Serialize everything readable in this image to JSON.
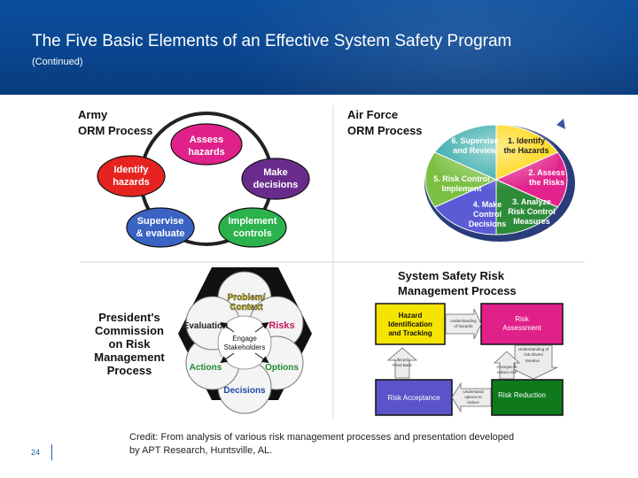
{
  "header": {
    "title": "The Five Basic Elements of an Effective System Safety Program",
    "subtitle": "(Continued)"
  },
  "army": {
    "title_line1": "Army",
    "title_line2": "ORM Process",
    "steps": [
      {
        "line1": "Assess",
        "line2": "hazards",
        "color": "#e0218a"
      },
      {
        "line1": "Make",
        "line2": "decisions",
        "color": "#6a2c8c"
      },
      {
        "line1": "Implement",
        "line2": "controls",
        "color": "#2bb24c"
      },
      {
        "line1": "Supervise",
        "line2": "& evaluate",
        "color": "#3a63c4"
      },
      {
        "line1": "Identify",
        "line2": "hazards",
        "color": "#e52421"
      }
    ]
  },
  "airforce": {
    "title_line1": "Air Force",
    "title_line2": "ORM Process",
    "segments": [
      {
        "lines": [
          "1. Identify",
          "the Hazards"
        ],
        "color": "#ffd400"
      },
      {
        "lines": [
          "2. Assess",
          "the Risks"
        ],
        "color": "#e2238c"
      },
      {
        "lines": [
          "3. Analyze",
          "Risk Control",
          "Measures"
        ],
        "color": "#2e8b3a"
      },
      {
        "lines": [
          "4. Make",
          "Control",
          "Decisions"
        ],
        "color": "#5b5bd6"
      },
      {
        "lines": [
          "5. Risk Control",
          "Implement"
        ],
        "color": "#7bc043"
      },
      {
        "lines": [
          "6. Supervise",
          "and Review"
        ],
        "color": "#30a7a8"
      }
    ]
  },
  "presidents": {
    "label_lines": [
      "President's",
      "Commission",
      "on Risk",
      "Management",
      "Process"
    ],
    "center_lines": [
      "Engage",
      "Stakeholders"
    ],
    "nodes": [
      {
        "lines": [
          "Problem/",
          "Context"
        ],
        "color": "#d4c200"
      },
      {
        "lines": [
          "Risks"
        ],
        "color": "#c0185e"
      },
      {
        "lines": [
          "Options"
        ],
        "color": "#1f8a2e"
      },
      {
        "lines": [
          "Decisions"
        ],
        "color": "#1d4aa6"
      },
      {
        "lines": [
          "Actions"
        ],
        "color": "#1f8a2e"
      },
      {
        "lines": [
          "Evaluation"
        ],
        "color": "#222222"
      }
    ]
  },
  "system_safety": {
    "title_line1": "System Safety Risk",
    "title_line2": "Management Process",
    "boxes": {
      "hazard": {
        "lines": [
          "Hazard",
          "Identification",
          "and Tracking"
        ],
        "color": "#f5e400"
      },
      "assessment": {
        "lines": [
          "Risk",
          "Assessment"
        ],
        "color": "#e0218a"
      },
      "acceptance": {
        "lines": [
          "Risk Acceptance"
        ],
        "color": "#5a54c8"
      },
      "reduction": {
        "lines": [
          "Risk Reduction"
        ],
        "color": "#0f7a1c"
      }
    },
    "connectors": {
      "top": [
        "Understanding",
        "of hazards"
      ],
      "right": [
        "Understanding of",
        "risk drivers"
      ],
      "iterative": "Iterative",
      "changes": [
        "Changes to",
        "reduce risk"
      ],
      "bottom": [
        "Understand",
        "options to",
        "reduce"
      ],
      "lifecycle": [
        "Lifecycle",
        "Feed Back"
      ]
    }
  },
  "footer": {
    "page_number": "24",
    "credit": "Credit: From analysis of various risk management processes and presentation developed by APT Research, Huntsville, AL."
  }
}
